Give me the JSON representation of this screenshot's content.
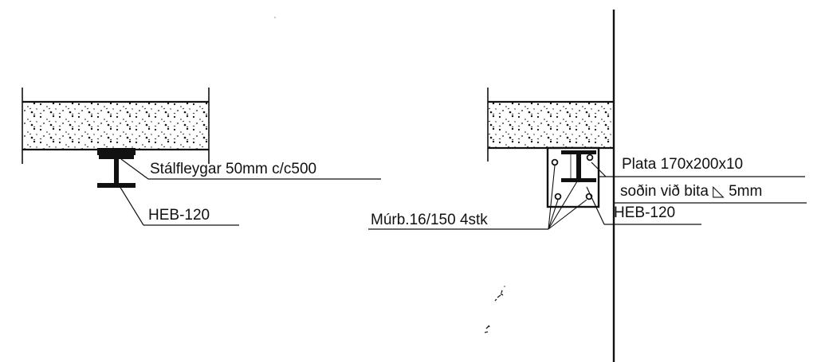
{
  "left_detail": {
    "fastener_label": "Stálfleygar 50mm c/c500",
    "beam_label": "HEB-120"
  },
  "right_detail": {
    "plate_label": "Plata 170x200x10",
    "weld_label": "soðin við bita ◺ 5mm",
    "beam_label": "HEB-120",
    "anchor_label": "Múrb.16/150 4stk"
  },
  "colors": {
    "line": "#111111",
    "background": "#ffffff"
  }
}
